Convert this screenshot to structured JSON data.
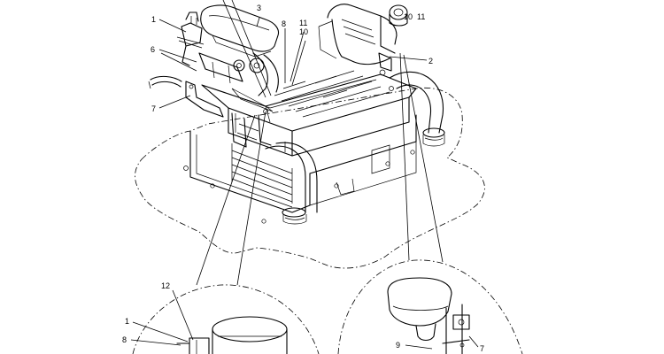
{
  "callouts": {
    "main": {
      "c1": "1",
      "c6": "6",
      "c7": "7",
      "c3": "3",
      "c8": "8",
      "c11a": "11",
      "c10a": "10",
      "c10b": "10",
      "c11b": "11",
      "c2": "2"
    },
    "detail_left": {
      "c12": "12",
      "c1": "1",
      "c8": "8"
    },
    "detail_right": {
      "c9": "9",
      "c7": "7"
    }
  }
}
